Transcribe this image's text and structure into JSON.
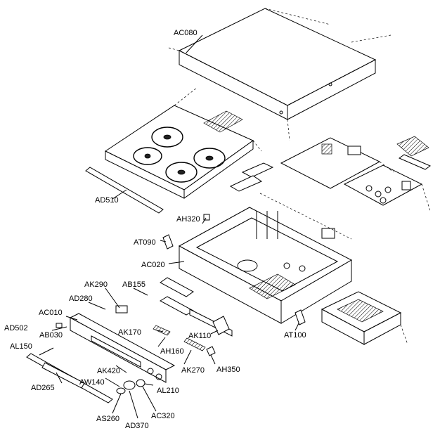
{
  "parts": [
    {
      "id": "AC080"
    },
    {
      "id": "AD510"
    },
    {
      "id": "AH320"
    },
    {
      "id": "AT090"
    },
    {
      "id": "AC020"
    },
    {
      "id": "AK290"
    },
    {
      "id": "AB155"
    },
    {
      "id": "AD280"
    },
    {
      "id": "AC010"
    },
    {
      "id": "AD502"
    },
    {
      "id": "AB030"
    },
    {
      "id": "AK170"
    },
    {
      "id": "AK110"
    },
    {
      "id": "AT100"
    },
    {
      "id": "AH160"
    },
    {
      "id": "AL150"
    },
    {
      "id": "AK420"
    },
    {
      "id": "AK270"
    },
    {
      "id": "AH350"
    },
    {
      "id": "AW140"
    },
    {
      "id": "AD265"
    },
    {
      "id": "AL210"
    },
    {
      "id": "AS260"
    },
    {
      "id": "AD370"
    },
    {
      "id": "AC320"
    }
  ]
}
